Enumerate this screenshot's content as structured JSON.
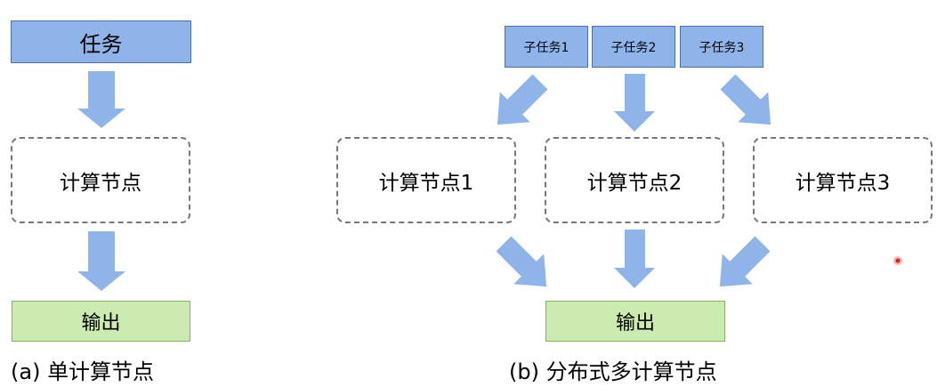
{
  "single": {
    "task": "任务",
    "node": "计算节点",
    "output": "输出",
    "caption": "(a) 单计算节点"
  },
  "distributed": {
    "subtasks": [
      "子任务1",
      "子任务2",
      "子任务3"
    ],
    "nodes": [
      "计算节点1",
      "计算节点2",
      "计算节点3"
    ],
    "output": "输出",
    "caption": "(b) 分布式多计算节点"
  },
  "colors": {
    "task_fill": "#8eb4ea",
    "task_border": "#4a6fb0",
    "output_fill": "#ccebb1",
    "output_border": "#86b25f",
    "node_border": "#777777",
    "arrow": "#8eb4ea",
    "pointer": "#e02020"
  }
}
